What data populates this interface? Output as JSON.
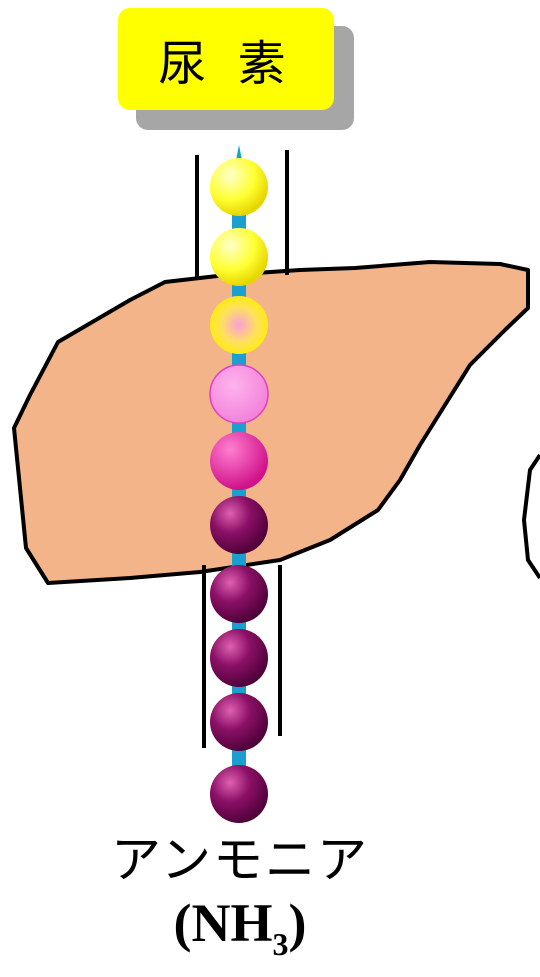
{
  "urea_label": "尿 素",
  "ammonia_label": "アンモニア",
  "formula": {
    "open": "(",
    "element": "NH",
    "subscript": "3",
    "close": ")"
  },
  "colors": {
    "liver": "#f2b488",
    "urea_box": "#ffff00",
    "shadow": "#a6a6a6",
    "arrow": "#1a9fd0",
    "yellow_ball": "#ffff00",
    "pink_light": "#f58ce0",
    "pink_mid": "#e0209a",
    "purple_dark": "#7a0a55"
  },
  "molecule_chain": [
    "yellow",
    "yellow",
    "yellow-pink",
    "light-pink",
    "magenta",
    "dark-purple",
    "dark-purple",
    "dark-purple",
    "dark-purple",
    "dark-purple"
  ]
}
